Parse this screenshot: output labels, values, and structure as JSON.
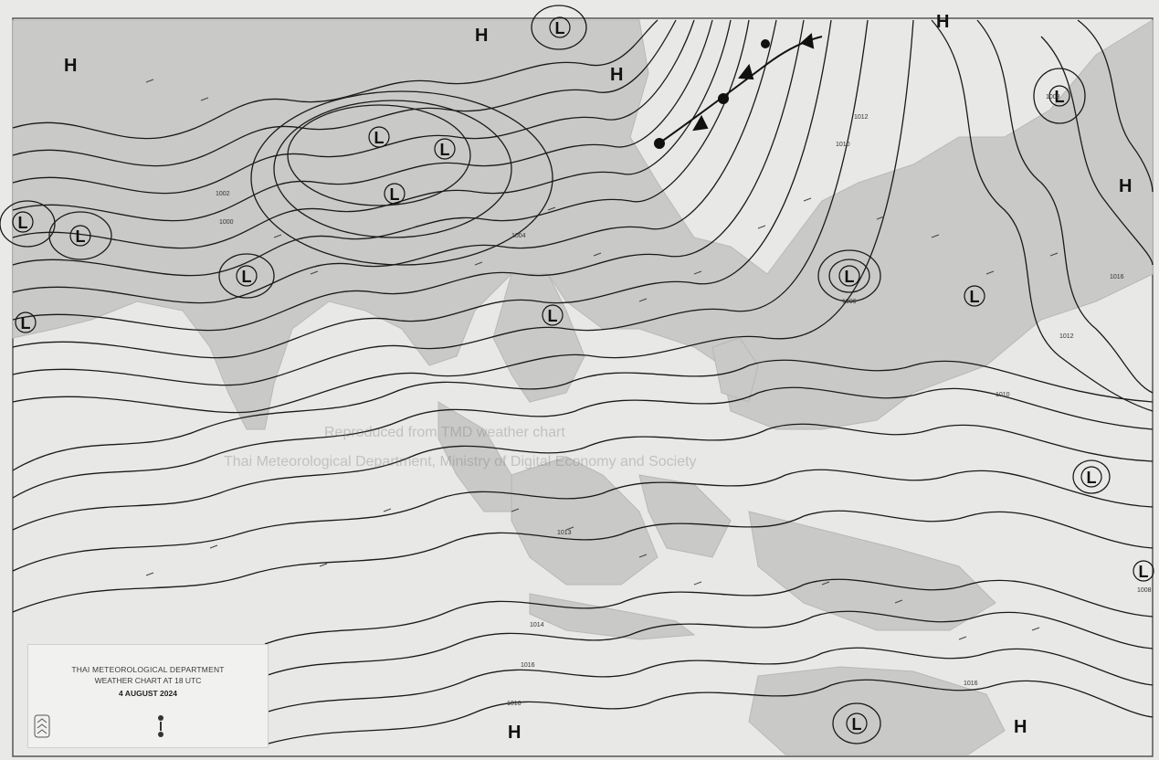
{
  "map": {
    "title_line1": "THAI METEOROLOGICAL DEPARTMENT",
    "title_line2": "WEATHER CHART AT  18  UTC",
    "date": "4 AUGUST 2024",
    "centers": [
      {
        "type": "H",
        "id": "h1"
      },
      {
        "type": "H",
        "id": "h2"
      },
      {
        "type": "H",
        "id": "h3"
      },
      {
        "type": "H",
        "id": "h4"
      },
      {
        "type": "H",
        "id": "h5"
      },
      {
        "type": "H",
        "id": "h6"
      },
      {
        "type": "H",
        "id": "h7"
      },
      {
        "type": "L",
        "id": "l1"
      },
      {
        "type": "L",
        "id": "l2"
      },
      {
        "type": "L",
        "id": "l3"
      },
      {
        "type": "L",
        "id": "l4"
      },
      {
        "type": "L",
        "id": "l5"
      },
      {
        "type": "L",
        "id": "l6"
      },
      {
        "type": "L",
        "id": "l7"
      },
      {
        "type": "L",
        "id": "l8"
      },
      {
        "type": "L",
        "id": "l9"
      },
      {
        "type": "L",
        "id": "l10"
      },
      {
        "type": "L",
        "id": "l11"
      },
      {
        "type": "L",
        "id": "l12"
      },
      {
        "type": "L",
        "id": "l13"
      },
      {
        "type": "L",
        "id": "l14"
      },
      {
        "type": "L",
        "id": "l15"
      }
    ],
    "isobar_labels": [
      "1008",
      "1010",
      "1012",
      "1014",
      "1016",
      "1006",
      "1004",
      "1002",
      "1000",
      "1013"
    ],
    "watermark_line1": "Reproduced from TMD weather chart",
    "watermark_line2": "Thai Meteorological Department, Ministry of Digital Economy and Society",
    "colors": {
      "sea": "#e9e9e7",
      "land": "#c8c8c6",
      "isobar": "#1a1a1a"
    }
  }
}
